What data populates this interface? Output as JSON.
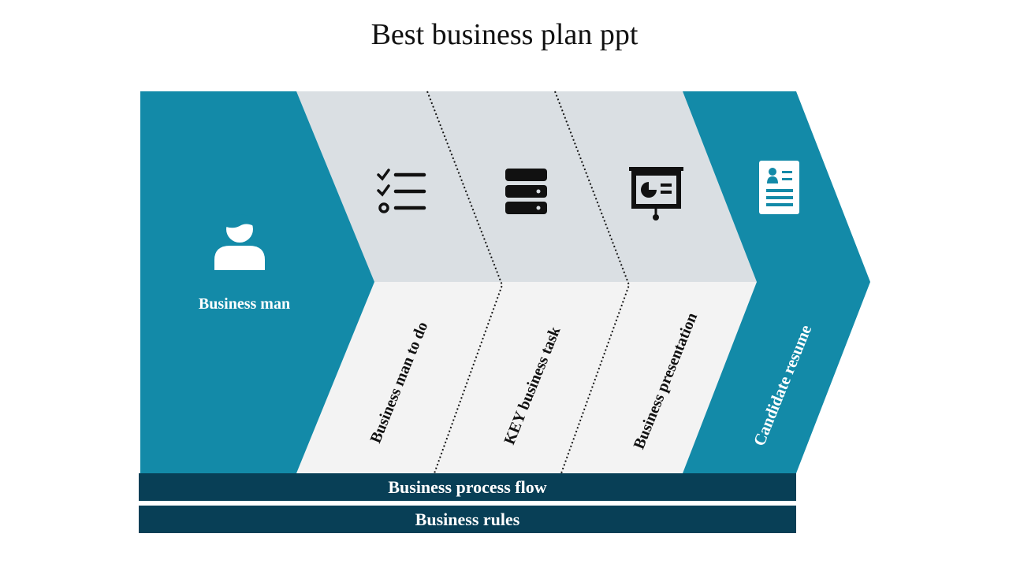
{
  "title": "Best business plan ppt",
  "stages": [
    {
      "label": "Business man",
      "icon": "person-icon"
    },
    {
      "label": "Business man to do",
      "icon": "checklist-icon"
    },
    {
      "label": "KEY business task",
      "icon": "server-icon"
    },
    {
      "label": "Business presentation",
      "icon": "presentation-board-icon"
    },
    {
      "label": "Candidate resume",
      "icon": "resume-card-icon"
    }
  ],
  "footer_bars": [
    {
      "label": "Business process flow"
    },
    {
      "label": "Business rules"
    }
  ],
  "colors": {
    "teal": "#138aa8",
    "dark_teal": "#083f56",
    "light_gray_top": "#dadfe3",
    "light_gray_bottom": "#f3f3f3",
    "icon_dark": "#111111",
    "white": "#ffffff"
  }
}
